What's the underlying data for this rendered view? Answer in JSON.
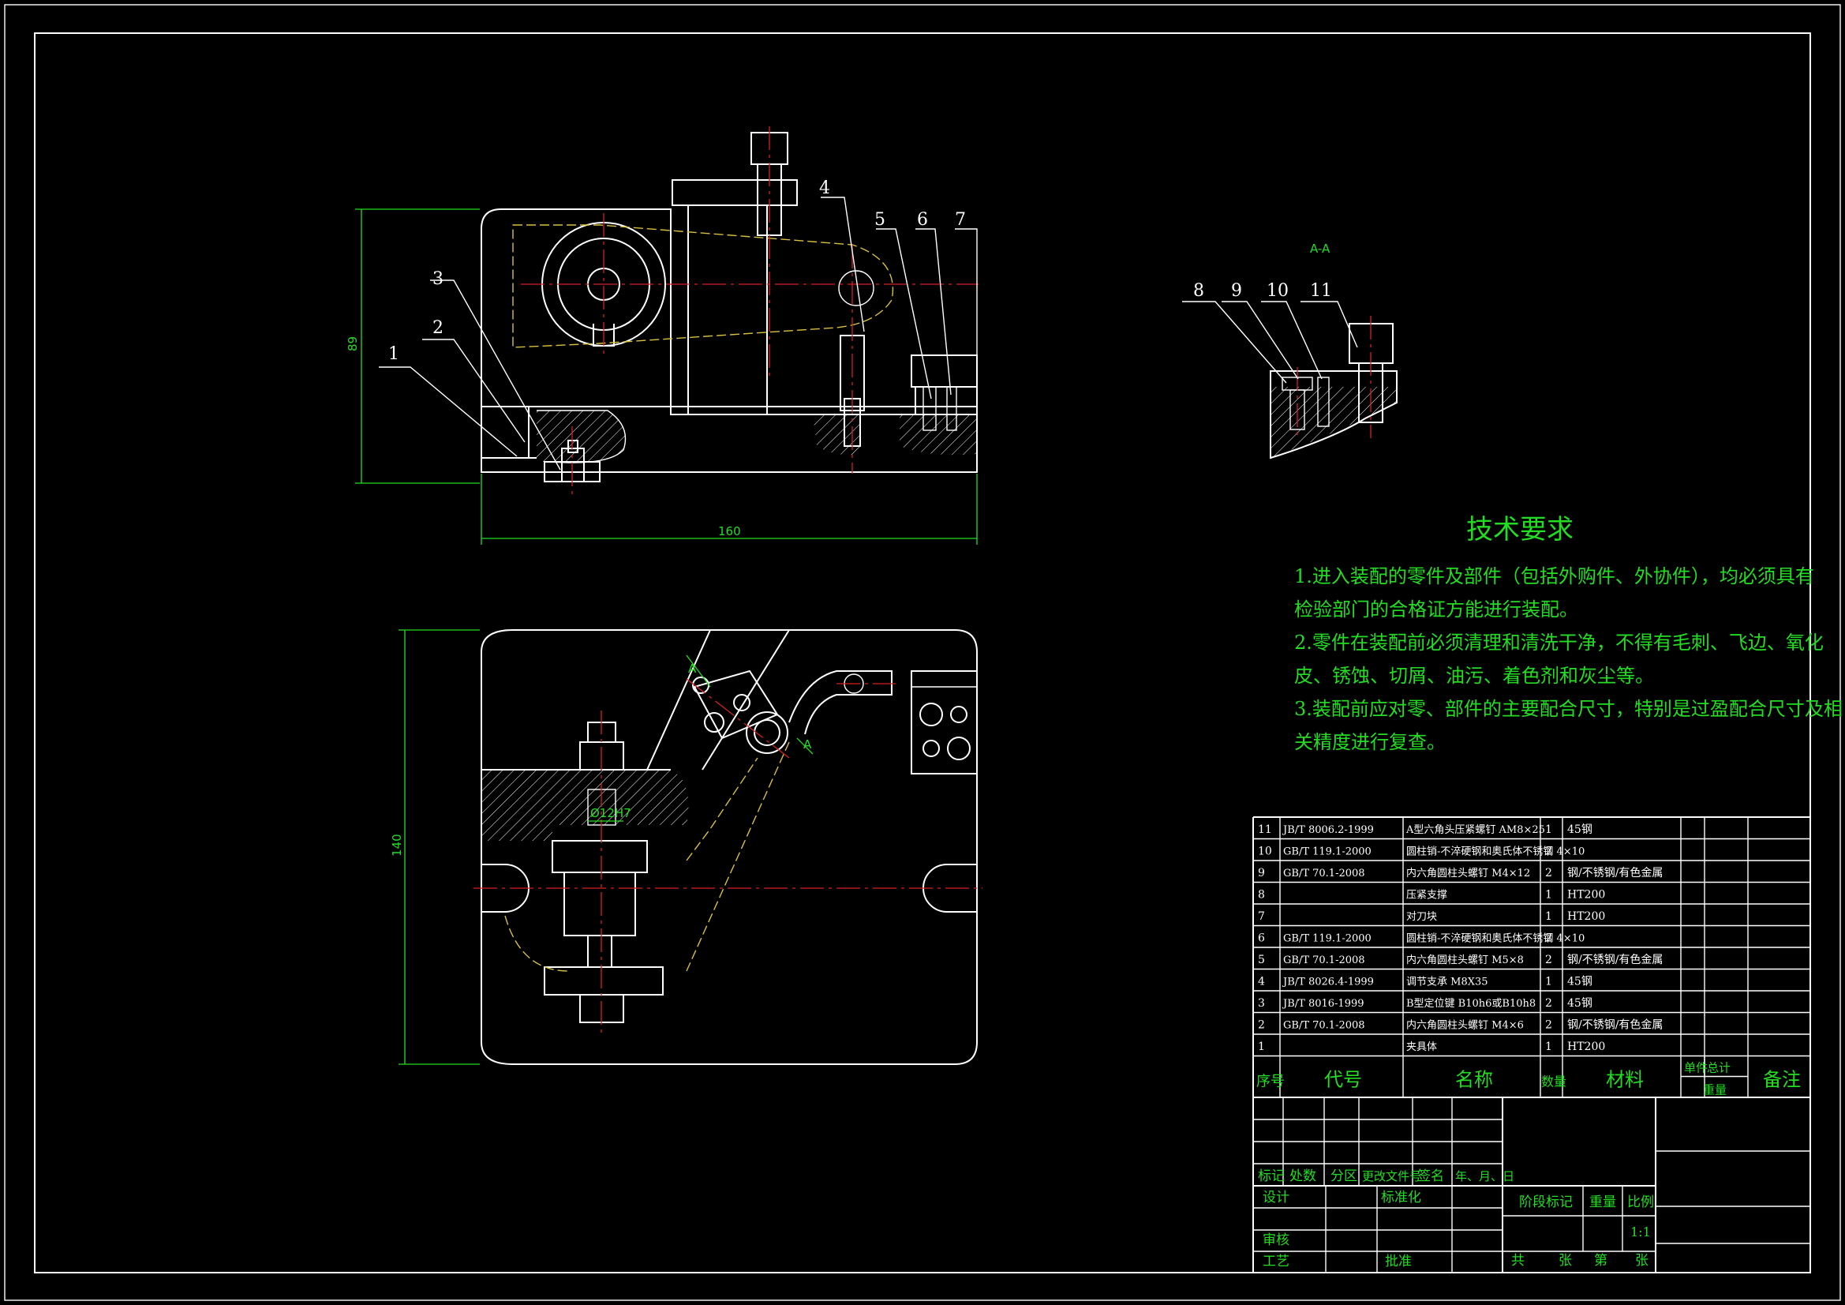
{
  "drawing": {
    "balloons_front": [
      "1",
      "2",
      "3",
      "4",
      "5",
      "6",
      "7"
    ],
    "balloons_section": [
      "8",
      "9",
      "10",
      "11"
    ],
    "section_label": "A-A",
    "dims": {
      "height": "89",
      "width": "160",
      "plan_height": "140",
      "bore": "Ø12H7"
    },
    "view_marks": [
      "A",
      "A"
    ]
  },
  "tech": {
    "title": "技术要求",
    "lines": [
      "1.进入装配的零件及部件（包括外购件、外协件），均必须具有",
      "检验部门的合格证方能进行装配。",
      "2.零件在装配前必须清理和清洗干净，不得有毛刺、飞边、氧化",
      "皮、锈蚀、切屑、油污、着色剂和灰尘等。",
      "3.装配前应对零、部件的主要配合尺寸，特别是过盈配合尺寸及相",
      "关精度进行复查。"
    ]
  },
  "bom": {
    "rows": [
      {
        "no": "11",
        "code": "JB/T 8006.2-1999",
        "name": "A型六角头压紧螺钉 AM8×25",
        "qty": "1",
        "mat": "45钢"
      },
      {
        "no": "10",
        "code": "GB/T 119.1-2000",
        "name": "圆柱销-不淬硬钢和奥氏体不锈钢 4×10",
        "qty": "2",
        "mat": ""
      },
      {
        "no": "9",
        "code": "GB/T 70.1-2008",
        "name": "内六角圆柱头螺钉 M4×12",
        "qty": "2",
        "mat": "钢/不锈钢/有色金属"
      },
      {
        "no": "8",
        "code": "",
        "name": "压紧支撑",
        "qty": "1",
        "mat": "HT200"
      },
      {
        "no": "7",
        "code": "",
        "name": "对刀块",
        "qty": "1",
        "mat": "HT200"
      },
      {
        "no": "6",
        "code": "GB/T 119.1-2000",
        "name": "圆柱销-不淬硬钢和奥氏体不锈钢 4×10",
        "qty": "2",
        "mat": ""
      },
      {
        "no": "5",
        "code": "GB/T 70.1-2008",
        "name": "内六角圆柱头螺钉 M5×8",
        "qty": "2",
        "mat": "钢/不锈钢/有色金属"
      },
      {
        "no": "4",
        "code": "JB/T 8026.4-1999",
        "name": "调节支承 M8X35",
        "qty": "1",
        "mat": "45钢"
      },
      {
        "no": "3",
        "code": "JB/T 8016-1999",
        "name": "B型定位键 B10h6或B10h8",
        "qty": "2",
        "mat": "45钢"
      },
      {
        "no": "2",
        "code": "GB/T 70.1-2008",
        "name": "内六角圆柱头螺钉 M4×6",
        "qty": "2",
        "mat": "钢/不锈钢/有色金属"
      },
      {
        "no": "1",
        "code": "",
        "name": "夹具体",
        "qty": "1",
        "mat": "HT200"
      }
    ],
    "header": {
      "no": "序号",
      "code": "代号",
      "name": "名称",
      "qty": "数量",
      "mat": "材料",
      "unit": "单件",
      "total": "总计",
      "weight": "重量",
      "remark": "备注"
    }
  },
  "title_block": {
    "rev_labels": [
      "标记",
      "处数",
      "分区",
      "更改文件号",
      "签名",
      "年、月、日"
    ],
    "roles": {
      "design": "设计",
      "std": "标准化",
      "check": "审核",
      "process": "工艺",
      "approve": "批准"
    },
    "stage": "阶段标记",
    "weight": "重量",
    "scale": "比例",
    "scale_value": "1:1",
    "sheets": [
      "共",
      "张",
      "第",
      "张"
    ]
  }
}
